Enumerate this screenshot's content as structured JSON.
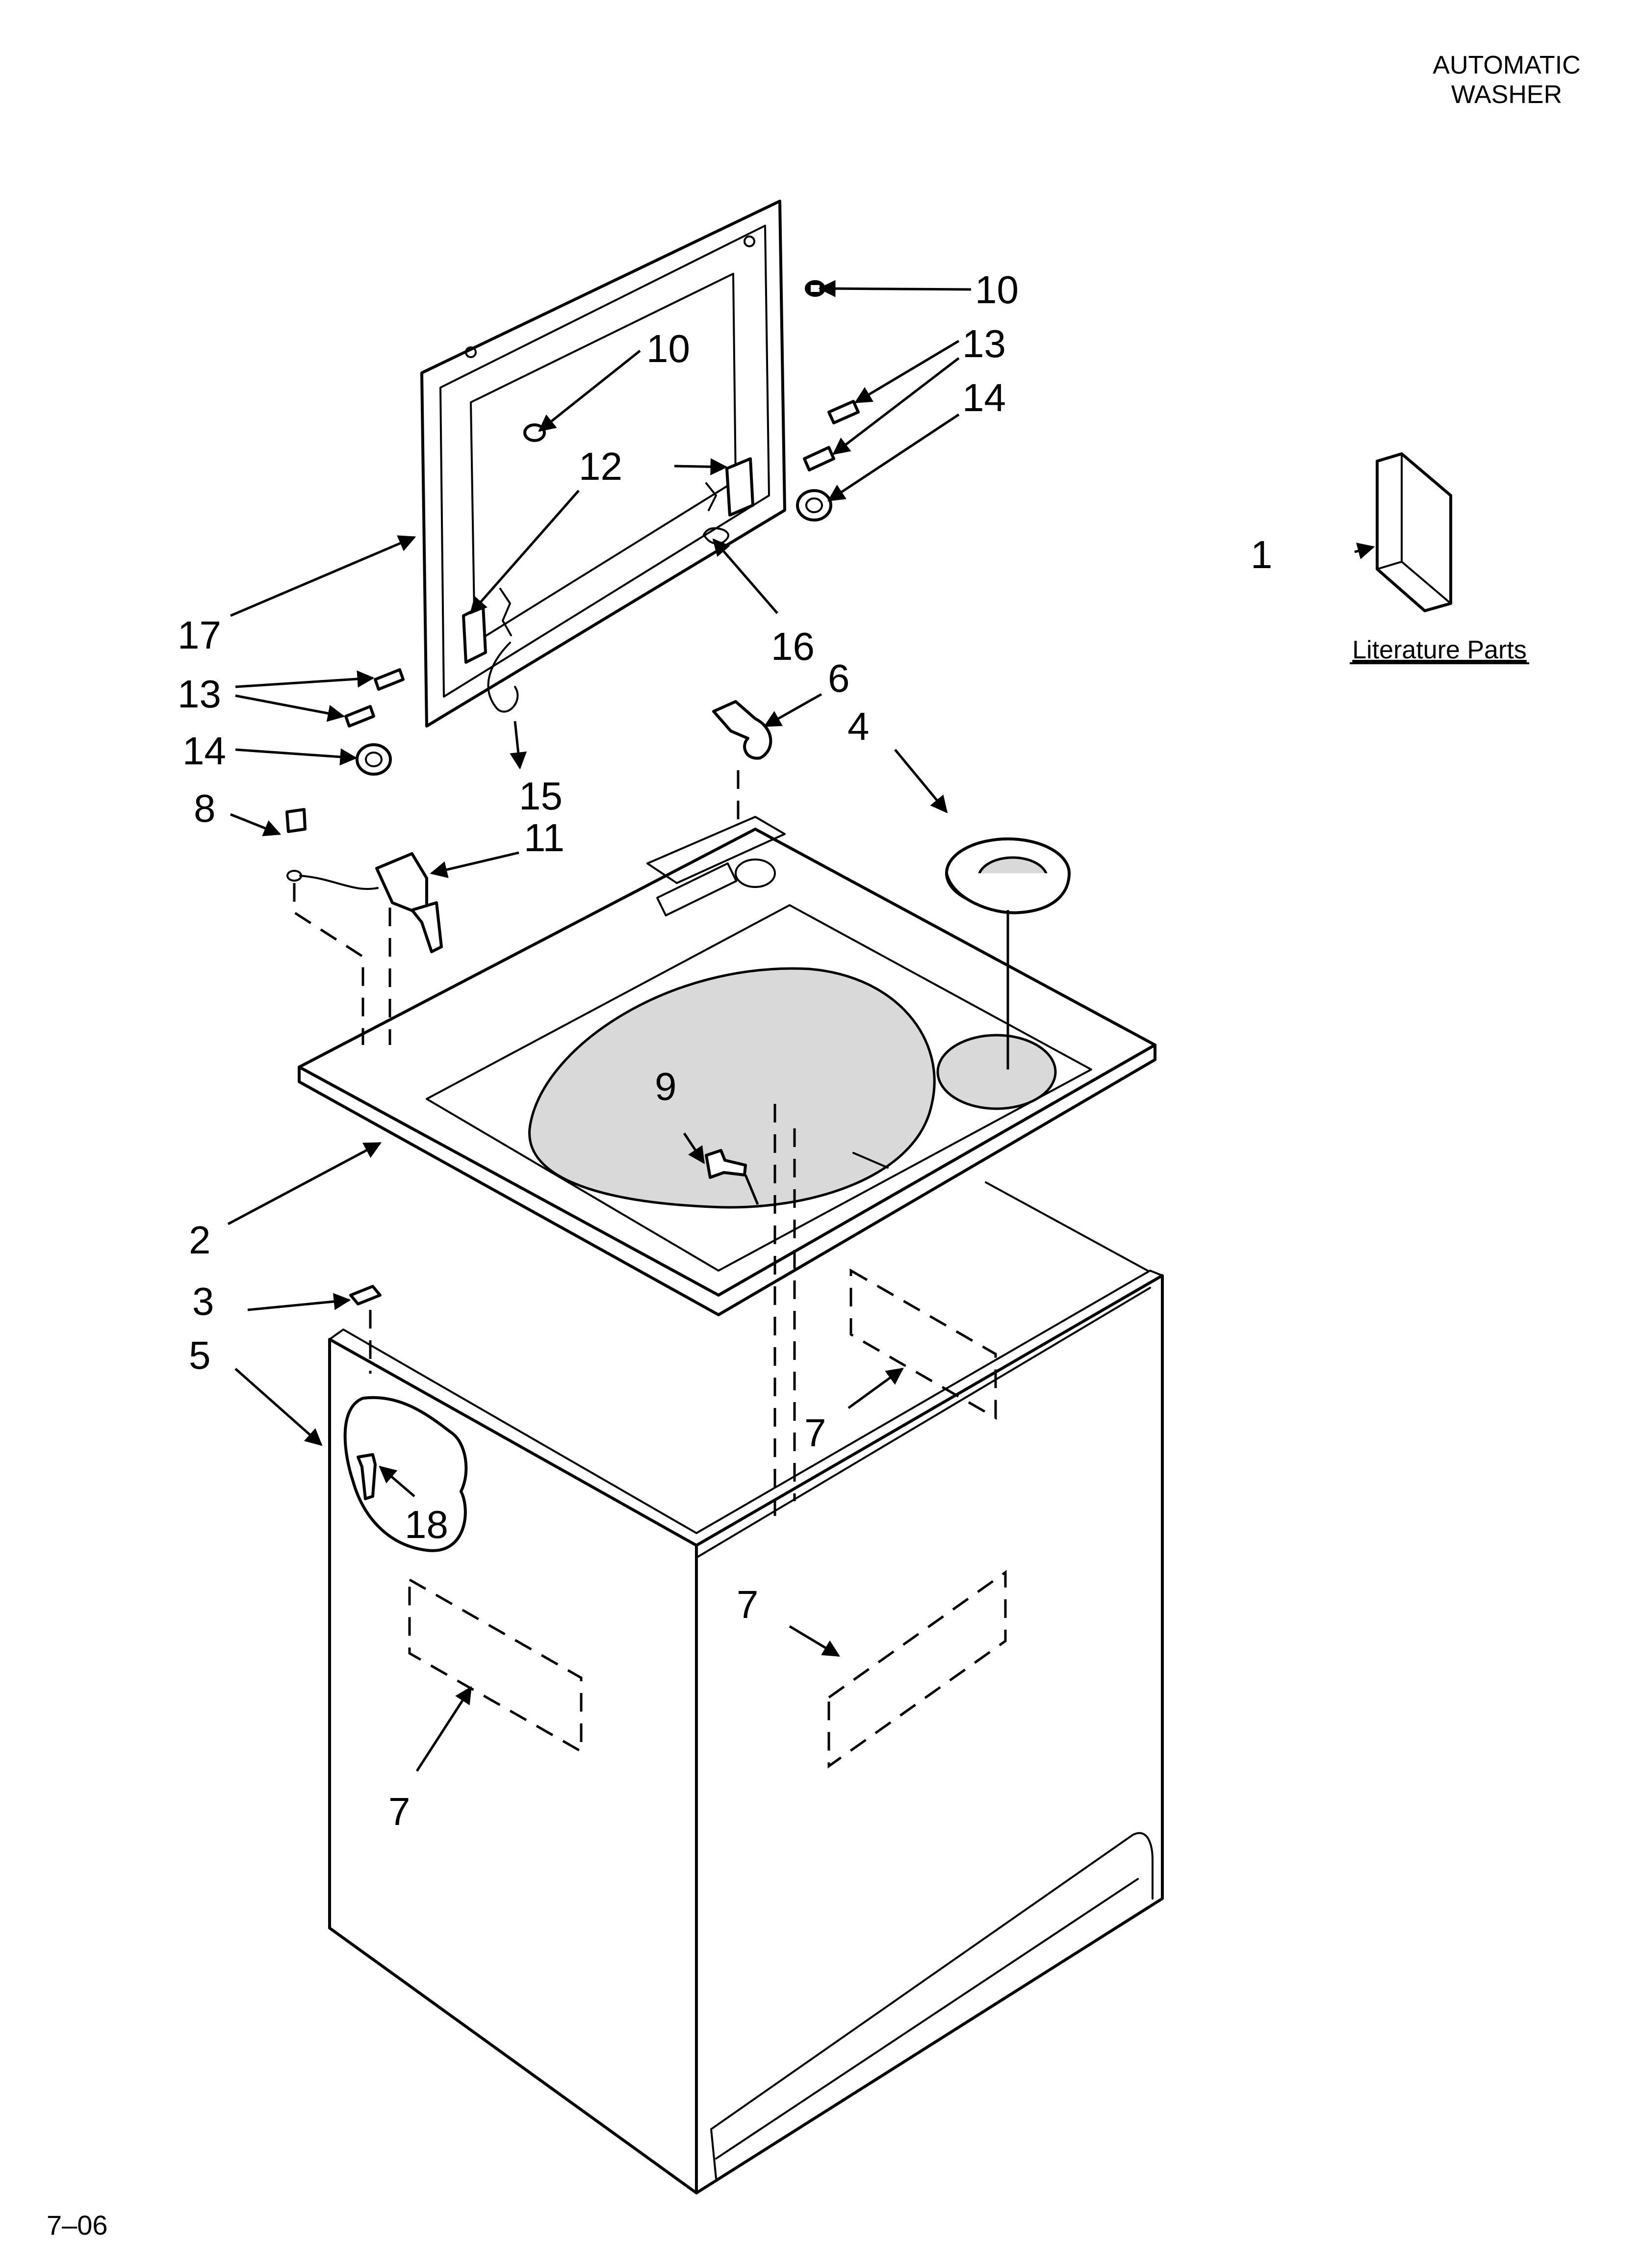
{
  "header": {
    "line1": "AUTOMATIC",
    "line2": "WASHER"
  },
  "literature_label": "Literature Parts",
  "footer_code": "7–06",
  "callouts": [
    "10",
    "13",
    "14",
    "10",
    "12",
    "1",
    "17",
    "16",
    "13",
    "6",
    "4",
    "14",
    "15",
    "8",
    "11",
    "9",
    "2",
    "3",
    "5",
    "7",
    "18",
    "7",
    "7"
  ]
}
